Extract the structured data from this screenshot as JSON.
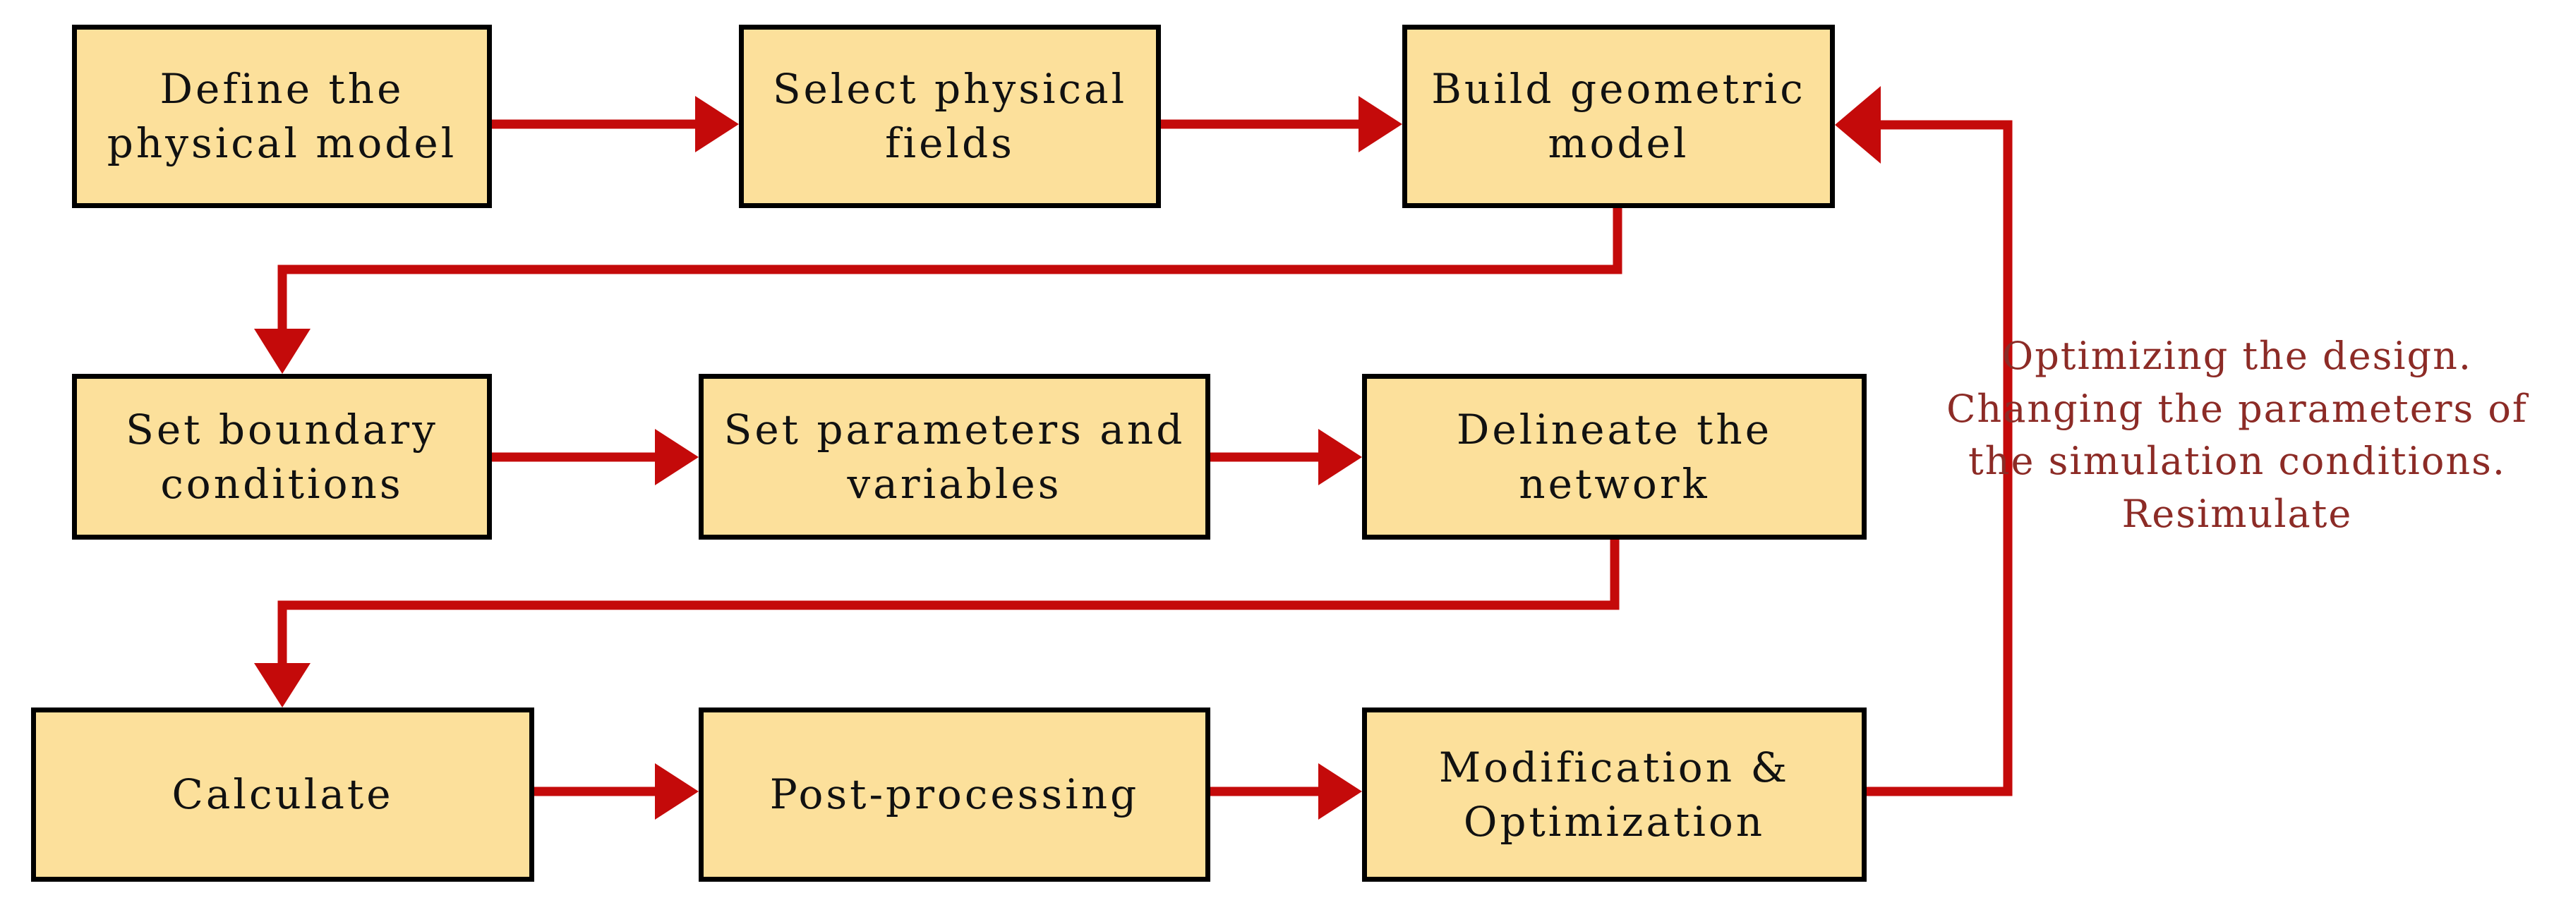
{
  "diagram": {
    "title": "Simulation workflow flowchart",
    "colors": {
      "node_fill": "#FCE09B",
      "node_border": "#000000",
      "connector": "#C40A0A",
      "annotation_text": "#8C2B26",
      "background": "#FFFFFF"
    },
    "nodes": [
      {
        "id": "define-physical-model",
        "label": "Define the\nphysical model"
      },
      {
        "id": "select-physical-fields",
        "label": "Select physical\nfields"
      },
      {
        "id": "build-geometric-model",
        "label": "Build geometric\nmodel"
      },
      {
        "id": "set-boundary-conditions",
        "label": "Set boundary\nconditions"
      },
      {
        "id": "set-parameters-variables",
        "label": "Set parameters and\nvariables"
      },
      {
        "id": "delineate-network",
        "label": "Delineate the\nnetwork"
      },
      {
        "id": "calculate",
        "label": "Calculate"
      },
      {
        "id": "post-processing",
        "label": "Post-processing"
      },
      {
        "id": "modification-optimization",
        "label": "Modification &\nOptimization"
      }
    ],
    "annotation": {
      "id": "feedback-loop-note",
      "text": "Optimizing the design.\nChanging the parameters of\nthe simulation conditions.\nResimulate"
    },
    "connectors": [
      {
        "id": "define-to-select",
        "from": "define-physical-model",
        "to": "select-physical-fields",
        "kind": "straight-right"
      },
      {
        "id": "select-to-build",
        "from": "select-physical-fields",
        "to": "build-geometric-model",
        "kind": "straight-right"
      },
      {
        "id": "build-to-boundary",
        "from": "build-geometric-model",
        "to": "set-boundary-conditions",
        "kind": "elbow-down-left-down"
      },
      {
        "id": "boundary-to-parameters",
        "from": "set-boundary-conditions",
        "to": "set-parameters-variables",
        "kind": "straight-right"
      },
      {
        "id": "parameters-to-network",
        "from": "set-parameters-variables",
        "to": "delineate-network",
        "kind": "straight-right"
      },
      {
        "id": "network-to-calculate",
        "from": "delineate-network",
        "to": "calculate",
        "kind": "elbow-down-left-down"
      },
      {
        "id": "calculate-to-post",
        "from": "calculate",
        "to": "post-processing",
        "kind": "straight-right"
      },
      {
        "id": "post-to-modification",
        "from": "post-processing",
        "to": "modification-optimization",
        "kind": "straight-right"
      },
      {
        "id": "modification-to-build",
        "from": "modification-optimization",
        "to": "build-geometric-model",
        "kind": "feedback-right-up-left"
      }
    ]
  }
}
